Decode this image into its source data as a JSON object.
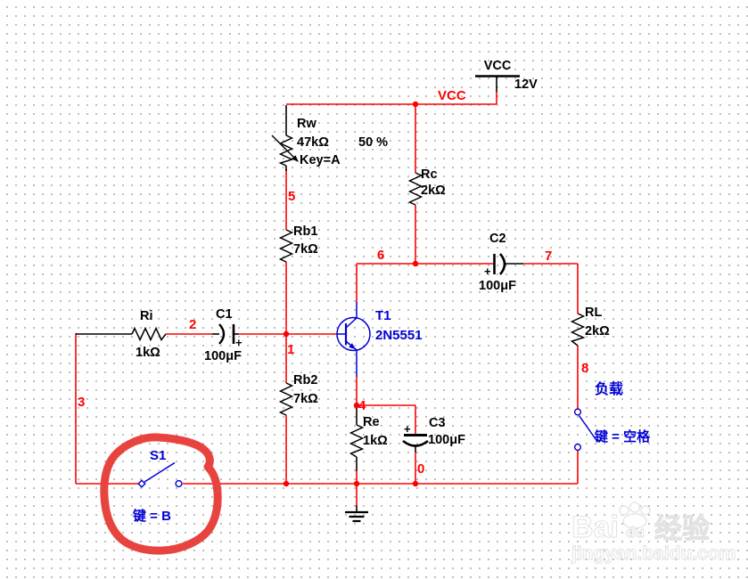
{
  "colors": {
    "wire_red": "#ff0000",
    "component_black": "#000000",
    "device_blue": "#0000d4",
    "annotation_red": "#e8443f",
    "grid_dot_gray": "#a8a8a8",
    "watermark_gray": "#e2e2e2"
  },
  "power": {
    "symbol_label": "VCC",
    "voltage": "12V",
    "net_label": "VCC"
  },
  "components": {
    "rw": {
      "label": "Rw",
      "value": "47kΩ",
      "key": "Key=A",
      "setting": "50 %"
    },
    "rc": {
      "label": "Rc",
      "value": "2kΩ"
    },
    "rb1": {
      "label": "Rb1",
      "value": "7kΩ"
    },
    "rb2": {
      "label": "Rb2",
      "value": "7kΩ"
    },
    "ri": {
      "label": "Ri",
      "value": "1kΩ"
    },
    "re": {
      "label": "Re",
      "value": "1kΩ"
    },
    "rl": {
      "label": "RL",
      "value": "2kΩ"
    },
    "c1": {
      "label": "C1",
      "value": "100μF",
      "polarity": "+"
    },
    "c2": {
      "label": "C2",
      "value": "100μF",
      "polarity": "+"
    },
    "c3": {
      "label": "C3",
      "value": "100μF",
      "polarity": "+"
    },
    "t1": {
      "label": "T1",
      "value": "2N5551"
    },
    "s1": {
      "label": "S1",
      "key": "键 = B"
    },
    "load_switch": {
      "label": "负载",
      "key": "键 = 空格"
    }
  },
  "nets": {
    "n0": "0",
    "n1": "1",
    "n2": "2",
    "n3": "3",
    "n4": "4",
    "n5": "5",
    "n6": "6",
    "n7": "7",
    "n8": "8"
  },
  "watermark": {
    "brand_latin": "Bai",
    "brand_paw_text": "du",
    "brand_cn": "经验",
    "url": "jingyan.baidu.com"
  }
}
